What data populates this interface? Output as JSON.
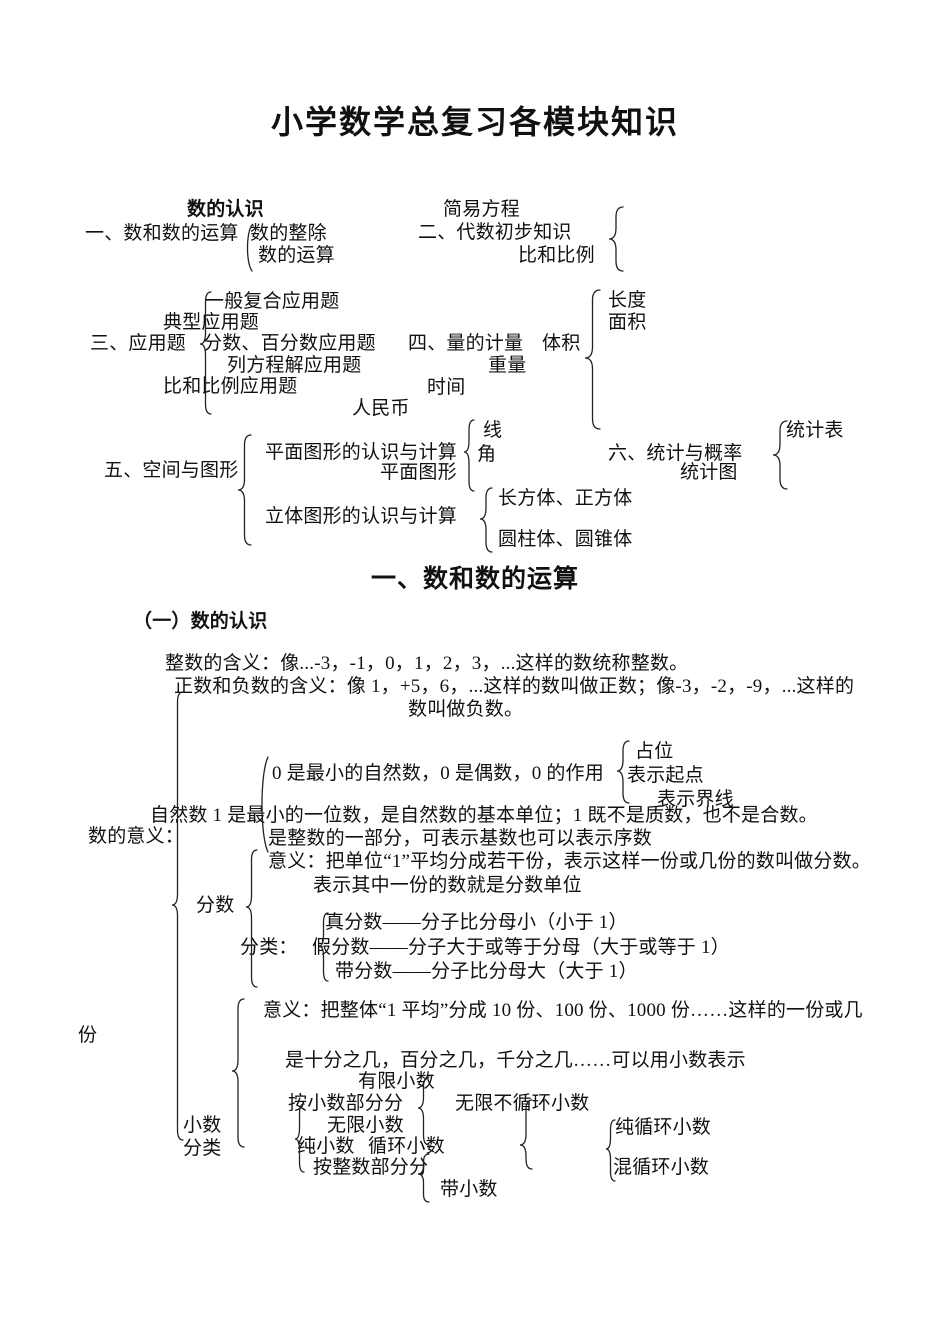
{
  "page": {
    "title": "小学数学总复习各模块知识"
  },
  "overview": {
    "num_section": {
      "bold_header": "数的认识",
      "label": "一、数和数的运算",
      "child1": "数的整除",
      "child2": "数的运算"
    },
    "algebra_section": {
      "top": "简易方程",
      "label": "二、代数初步知识",
      "bottom": "比和比例"
    },
    "word_problems": {
      "label": "三、应用题",
      "i1": "一般复合应用题",
      "i2": "典型应用题",
      "i3": "分数、百分数应用题",
      "i4": "列方程解应用题",
      "i5": "比和比例应用题"
    },
    "measurement": {
      "label": "四、量的计量",
      "length": "长度",
      "area": "面积",
      "volume": "体积",
      "weight": "重量",
      "time": "时间",
      "money": "人民币"
    },
    "geometry": {
      "label": "五、空间与图形",
      "plane": "平面图形的认识与计算",
      "line": "线",
      "angle": "角",
      "plane_figure": "平面图形",
      "solid": "立体图形的认识与计算",
      "cuboid": "长方体、正方体",
      "cylinder": "圆柱体、圆锥体"
    },
    "statistics": {
      "label": "六、统计与概率",
      "table": "统计表",
      "chart": "统计图"
    }
  },
  "section": {
    "heading": "一、数和数的运算",
    "subheading": "（一）数的认识",
    "integers": {
      "line1": "整数的含义：像...-3，-1，0，1，2，3，...这样的数统称整数。",
      "line2": "正数和负数的含义：像 1，+5，6，...这样的数叫做正数；像-3，-2，-9，...这样的",
      "line3": "数叫做负数。"
    },
    "meaning": {
      "label": "数的意义：",
      "natural": {
        "zero": "0 是最小的自然数，0 是偶数，0 的作用",
        "role1": "占位",
        "role2": "表示起点",
        "role3": "表示界线",
        "one": "自然数 1 是最小的一位数，是自然数的基本单位；1 既不是质数，也不是合数。",
        "part": "是整数的一部分，可表示基数也可以表示序数"
      },
      "fraction": {
        "label": "分数",
        "meaning1": "意义：把单位“1”平均分成若干份，表示这样一份或几份的数叫做分数。",
        "meaning2": "表示其中一份的数就是分数单位",
        "cls_label": "分类：",
        "proper": "真分数——分子比分母小（小于 1）",
        "improper": "假分数——分子大于或等于分母（大于或等于 1）",
        "mixed": "带分数——分子比分母大（大于 1）"
      },
      "decimal": {
        "label": "小数",
        "cls_label": "分类",
        "meaning1": "意义：把整体“1 平均”分成 10 份、100 份、1000 份……这样的一份或几",
        "hang": "份",
        "meaning2": "是十分之几，百分之几，千分之几……可以用小数表示",
        "by_frac": "按小数部分分",
        "finite": "有限小数",
        "infinite": "无限小数",
        "non_repeat": "无限不循环小数",
        "pure_small": "纯小数",
        "repeating": "循环小数",
        "by_int": "按整数部分分",
        "with_int": "带小数",
        "pure_rep": "纯循环小数",
        "mixed_rep": "混循环小数"
      }
    }
  }
}
